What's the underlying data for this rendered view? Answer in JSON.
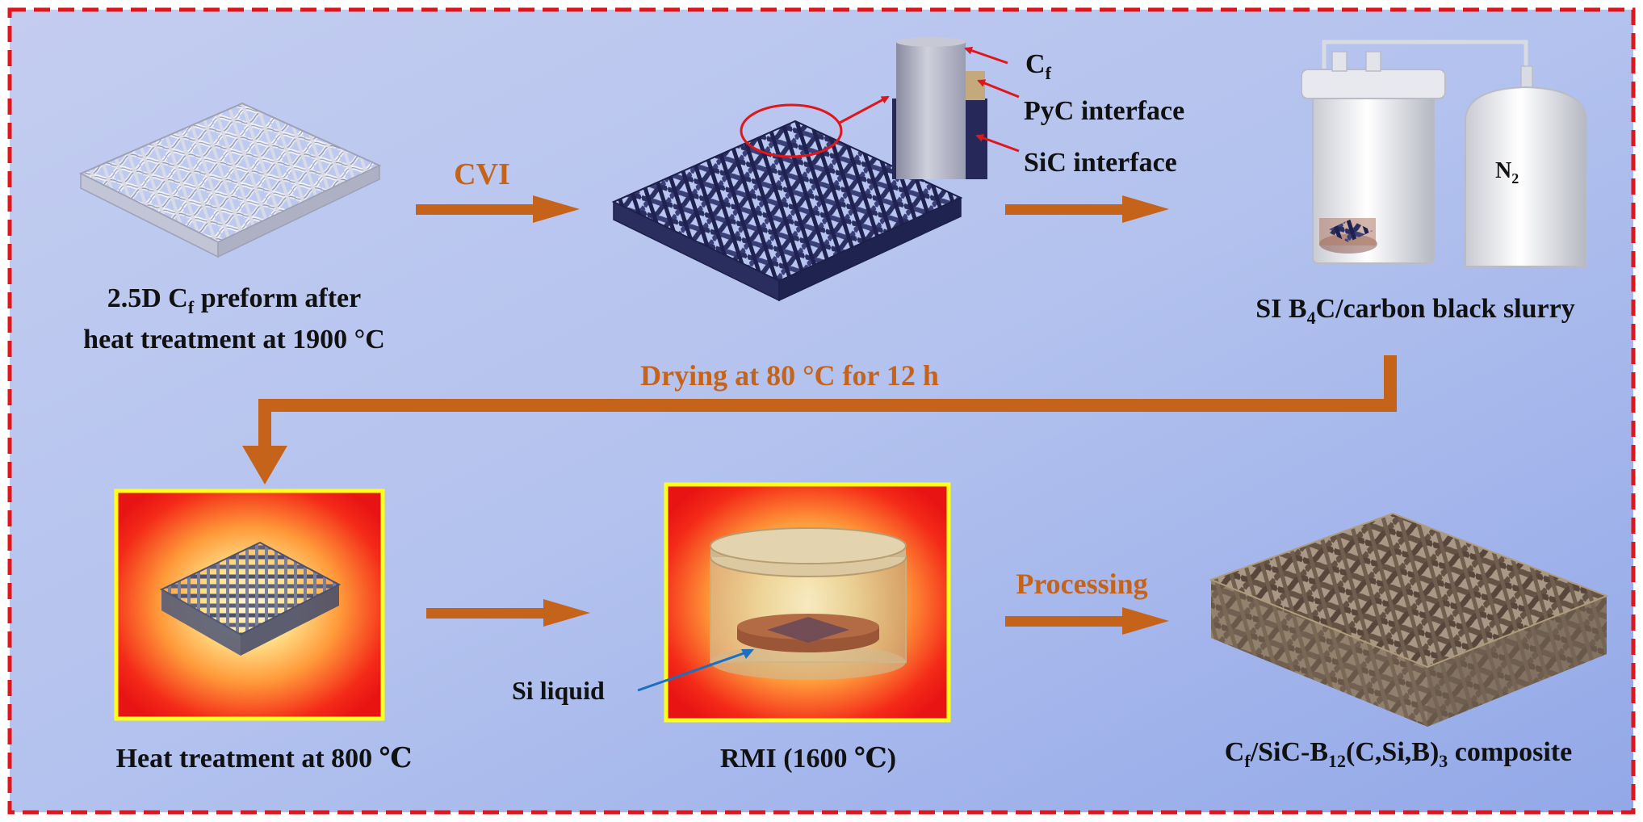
{
  "colors": {
    "frame": "#e0161b",
    "arrow": "#c5631b",
    "step_text": "#c5631b",
    "fiber_raw": "#b9bccb",
    "fiber_coated": "#262a55",
    "furnace_hot": "#f01818",
    "furnace_warm": "#ffa640",
    "furnace_border": "#ffff1c",
    "composite_box": "#9b8a6a",
    "si_liquid": "#9a5636",
    "pointer_blue": "#1b6fc2",
    "cf_core": "#a3a4b6",
    "pyc_layer": "#c3a97c",
    "sic_layer": "#26285a"
  },
  "steps": {
    "cvi": "CVI",
    "drying": "Drying at 80 °C for 12 h",
    "processing": "Processing"
  },
  "labels": {
    "preform_line1_a": "2.5D C",
    "preform_line1_sub": "f",
    "preform_line1_b": " preform after",
    "preform_line2": "heat treatment at 1900 °C",
    "slurry_a": "SI B",
    "slurry_sub": "4",
    "slurry_b": "C/carbon black slurry",
    "heat800": "Heat treatment at 800 ℃",
    "rmi": "RMI (1600 ℃)",
    "composite_a": "C",
    "composite_sub1": "f",
    "composite_b": "/SiC-B",
    "composite_sub2": "12",
    "composite_c": "(C,Si,B)",
    "composite_sub3": "3",
    "composite_d": " composite",
    "si_liquid": "Si liquid"
  },
  "fiber_legend": {
    "cf_a": "C",
    "cf_sub": "f",
    "pyc": "PyC interface",
    "sic": "SiC interface"
  },
  "gas": {
    "n2_a": "N",
    "n2_sub": "2"
  }
}
